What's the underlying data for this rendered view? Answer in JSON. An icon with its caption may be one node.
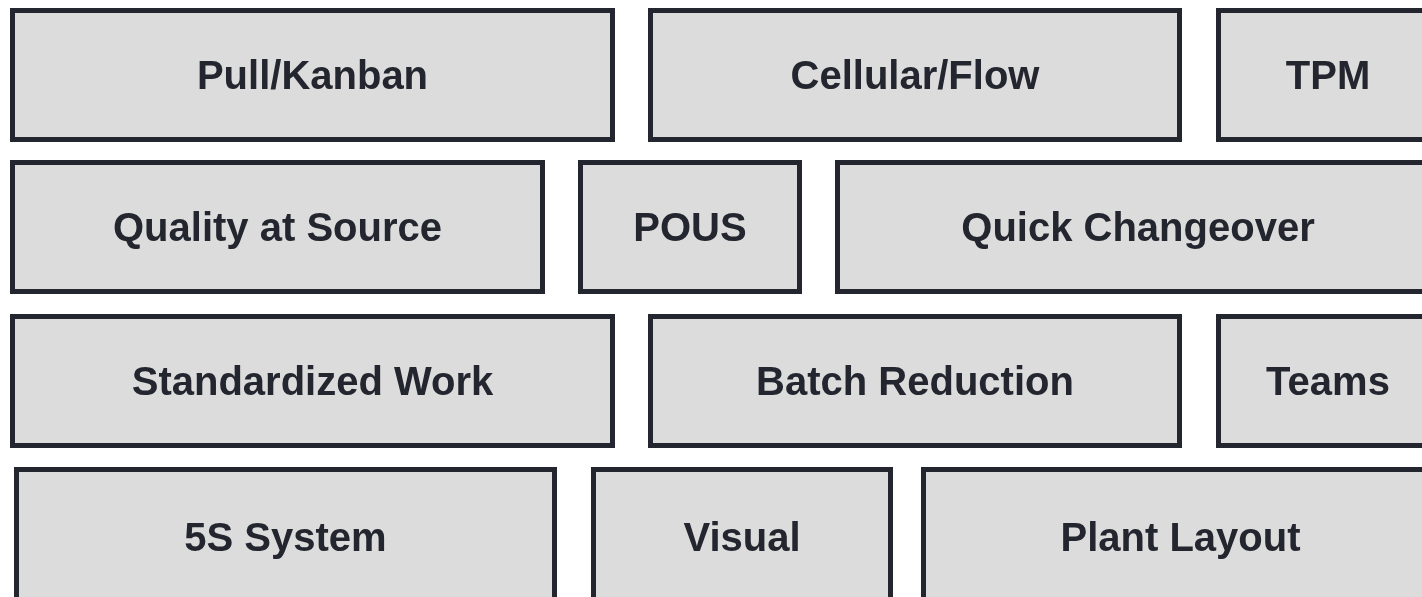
{
  "diagram": {
    "nodes": [
      {
        "text": [
          "Pull/Kanban"
        ]
      },
      {
        "text": [
          "Cellular/Flow"
        ]
      },
      {
        "text": [
          "TPM"
        ]
      },
      {
        "text": [
          "Quality at Source"
        ]
      },
      {
        "text": [
          "POUS"
        ]
      },
      {
        "text": [
          "Quick Changeover"
        ]
      },
      {
        "text": [
          "Standardized Work"
        ]
      },
      {
        "text": [
          "Batch Reduction"
        ]
      },
      {
        "text": [
          "Teams"
        ]
      },
      {
        "text": [
          "5S System"
        ]
      },
      {
        "text": [
          "Visual"
        ]
      },
      {
        "text": [
          "Plant Layout"
        ]
      }
    ]
  }
}
